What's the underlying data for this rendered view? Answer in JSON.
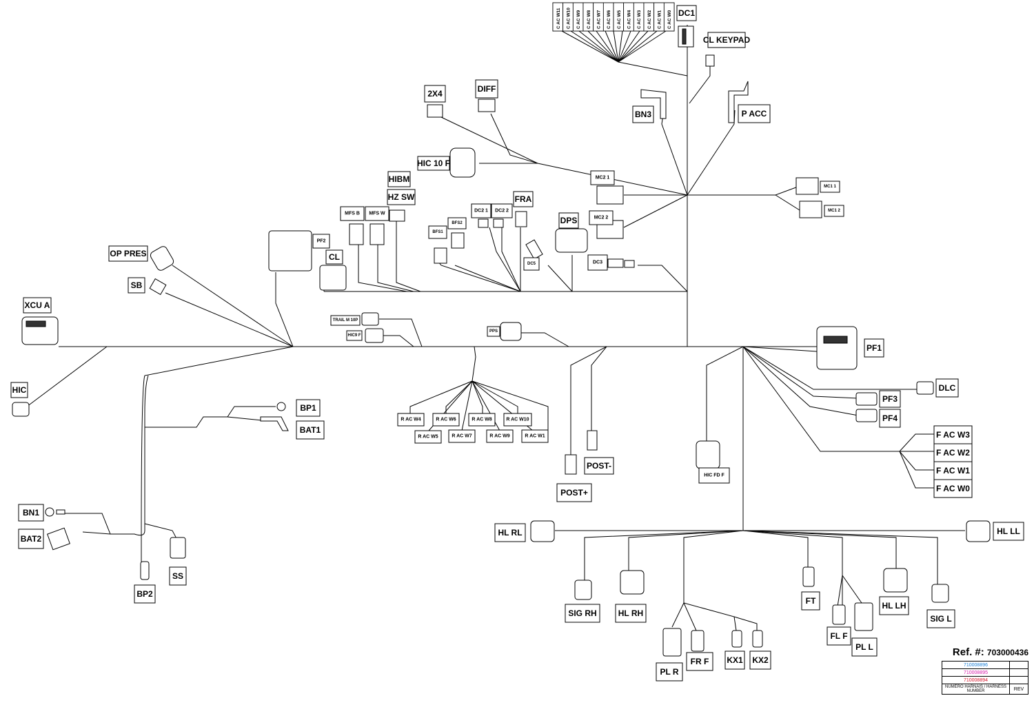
{
  "connector_labels": [
    {
      "id": "dc1",
      "text": "DC1"
    },
    {
      "id": "cl_keypad",
      "text": "CL KEYPAD"
    },
    {
      "id": "2x4",
      "text": "2X4"
    },
    {
      "id": "diff",
      "text": "DIFF"
    },
    {
      "id": "bn3",
      "text": "BN3"
    },
    {
      "id": "p_acc",
      "text": "P ACC"
    },
    {
      "id": "hic10f",
      "text": "HIC 10 F"
    },
    {
      "id": "hibm",
      "text": "HIBM"
    },
    {
      "id": "hzsw",
      "text": "HZ SW"
    },
    {
      "id": "mfsb",
      "text": "MFS B"
    },
    {
      "id": "mfsw",
      "text": "MFS W"
    },
    {
      "id": "mc21",
      "text": "MC2 1"
    },
    {
      "id": "mc22",
      "text": "MC2 2"
    },
    {
      "id": "mc11",
      "text": "MC1 1"
    },
    {
      "id": "mc12",
      "text": "MC1 2"
    },
    {
      "id": "dc21",
      "text": "DC2 1"
    },
    {
      "id": "dc22",
      "text": "DC2 2"
    },
    {
      "id": "fra",
      "text": "FRA"
    },
    {
      "id": "bfs1",
      "text": "BFS1"
    },
    {
      "id": "bfs2",
      "text": "BFS2"
    },
    {
      "id": "dps",
      "text": "DPS"
    },
    {
      "id": "dc5",
      "text": "DC5"
    },
    {
      "id": "dc3",
      "text": "DC3"
    },
    {
      "id": "pf2",
      "text": "PF2"
    },
    {
      "id": "cl",
      "text": "CL"
    },
    {
      "id": "op_pres",
      "text": "OP PRES"
    },
    {
      "id": "sb",
      "text": "SB"
    },
    {
      "id": "xcu_a",
      "text": "XCU A"
    },
    {
      "id": "hic",
      "text": "HIC"
    },
    {
      "id": "trail",
      "text": "TRAIL M 10P"
    },
    {
      "id": "hic9f",
      "text": "HIC9 F"
    },
    {
      "id": "pps",
      "text": "PPS"
    },
    {
      "id": "pf1",
      "text": "PF1"
    },
    {
      "id": "dlc",
      "text": "DLC"
    },
    {
      "id": "pf3",
      "text": "PF3"
    },
    {
      "id": "pf4",
      "text": "PF4"
    },
    {
      "id": "facw3",
      "text": "F AC W3"
    },
    {
      "id": "facw2",
      "text": "F AC W2"
    },
    {
      "id": "facw1",
      "text": "F AC W1"
    },
    {
      "id": "facw0",
      "text": "F AC W0"
    },
    {
      "id": "bp1",
      "text": "BP1"
    },
    {
      "id": "bat1",
      "text": "BAT1"
    },
    {
      "id": "racw4",
      "text": "R AC W4"
    },
    {
      "id": "racw6",
      "text": "R AC W6"
    },
    {
      "id": "racw8",
      "text": "R AC W8"
    },
    {
      "id": "racw10",
      "text": "R AC W10"
    },
    {
      "id": "racw5",
      "text": "R AC W5"
    },
    {
      "id": "racw7",
      "text": "R AC W7"
    },
    {
      "id": "racw9",
      "text": "R AC W9"
    },
    {
      "id": "racw1",
      "text": "R AC W1"
    },
    {
      "id": "post_minus",
      "text": "POST-"
    },
    {
      "id": "post_plus",
      "text": "POST+"
    },
    {
      "id": "hicfdf",
      "text": "HIC FD F"
    },
    {
      "id": "bn1",
      "text": "BN1"
    },
    {
      "id": "bat2",
      "text": "BAT2"
    },
    {
      "id": "ss",
      "text": "SS"
    },
    {
      "id": "bp2",
      "text": "BP2"
    },
    {
      "id": "hlrl",
      "text": "HL RL"
    },
    {
      "id": "hlll",
      "text": "HL LL"
    },
    {
      "id": "sigrh",
      "text": "SIG RH"
    },
    {
      "id": "hlrh",
      "text": "HL RH"
    },
    {
      "id": "plr",
      "text": "PL R"
    },
    {
      "id": "frf",
      "text": "FR F"
    },
    {
      "id": "kx1",
      "text": "KX1"
    },
    {
      "id": "kx2",
      "text": "KX2"
    },
    {
      "id": "ft",
      "text": "FT"
    },
    {
      "id": "flf",
      "text": "FL F"
    },
    {
      "id": "pll",
      "text": "PL L"
    },
    {
      "id": "hllh",
      "text": "HL LH"
    },
    {
      "id": "sigl",
      "text": "SIG L"
    }
  ],
  "splice_labels": [
    "C AC W11",
    "C AC W10",
    "C AC W9",
    "C AC W8",
    "C AC W7",
    "C AC W6",
    "C AC W5",
    "C AC W4",
    "C AC W3",
    "C AC W2",
    "C AC W1",
    "C AC W0"
  ],
  "reference": {
    "label": "Ref. #:",
    "number": "703000436",
    "harness_numbers": [
      {
        "text": "710008896",
        "color": "#1a7fd6"
      },
      {
        "text": "710008895",
        "color": "#d61aa8"
      },
      {
        "text": "710008894",
        "color": "#d6142a"
      }
    ],
    "footer_label": "NUMÉRO HARNAIS / HARNESS NUMBER",
    "rev_label": "REV"
  }
}
